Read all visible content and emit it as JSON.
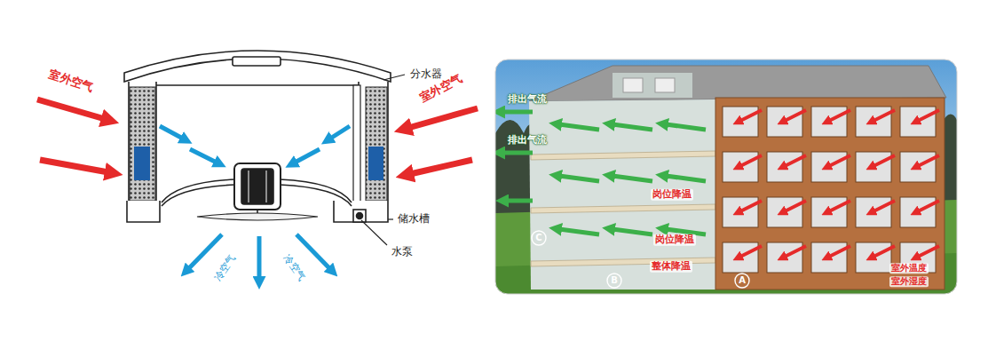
{
  "diagram": {
    "labels": [
      "室外空气",
      "室外空气",
      "分水器",
      "储水槽",
      "水泵",
      "冷空气",
      "冷空气",
      "排出气流",
      "排出气流",
      "岗位降温",
      "岗位降温",
      "整体降温",
      "室外温度",
      "室外湿度",
      "C",
      "B",
      "A"
    ]
  }
}
